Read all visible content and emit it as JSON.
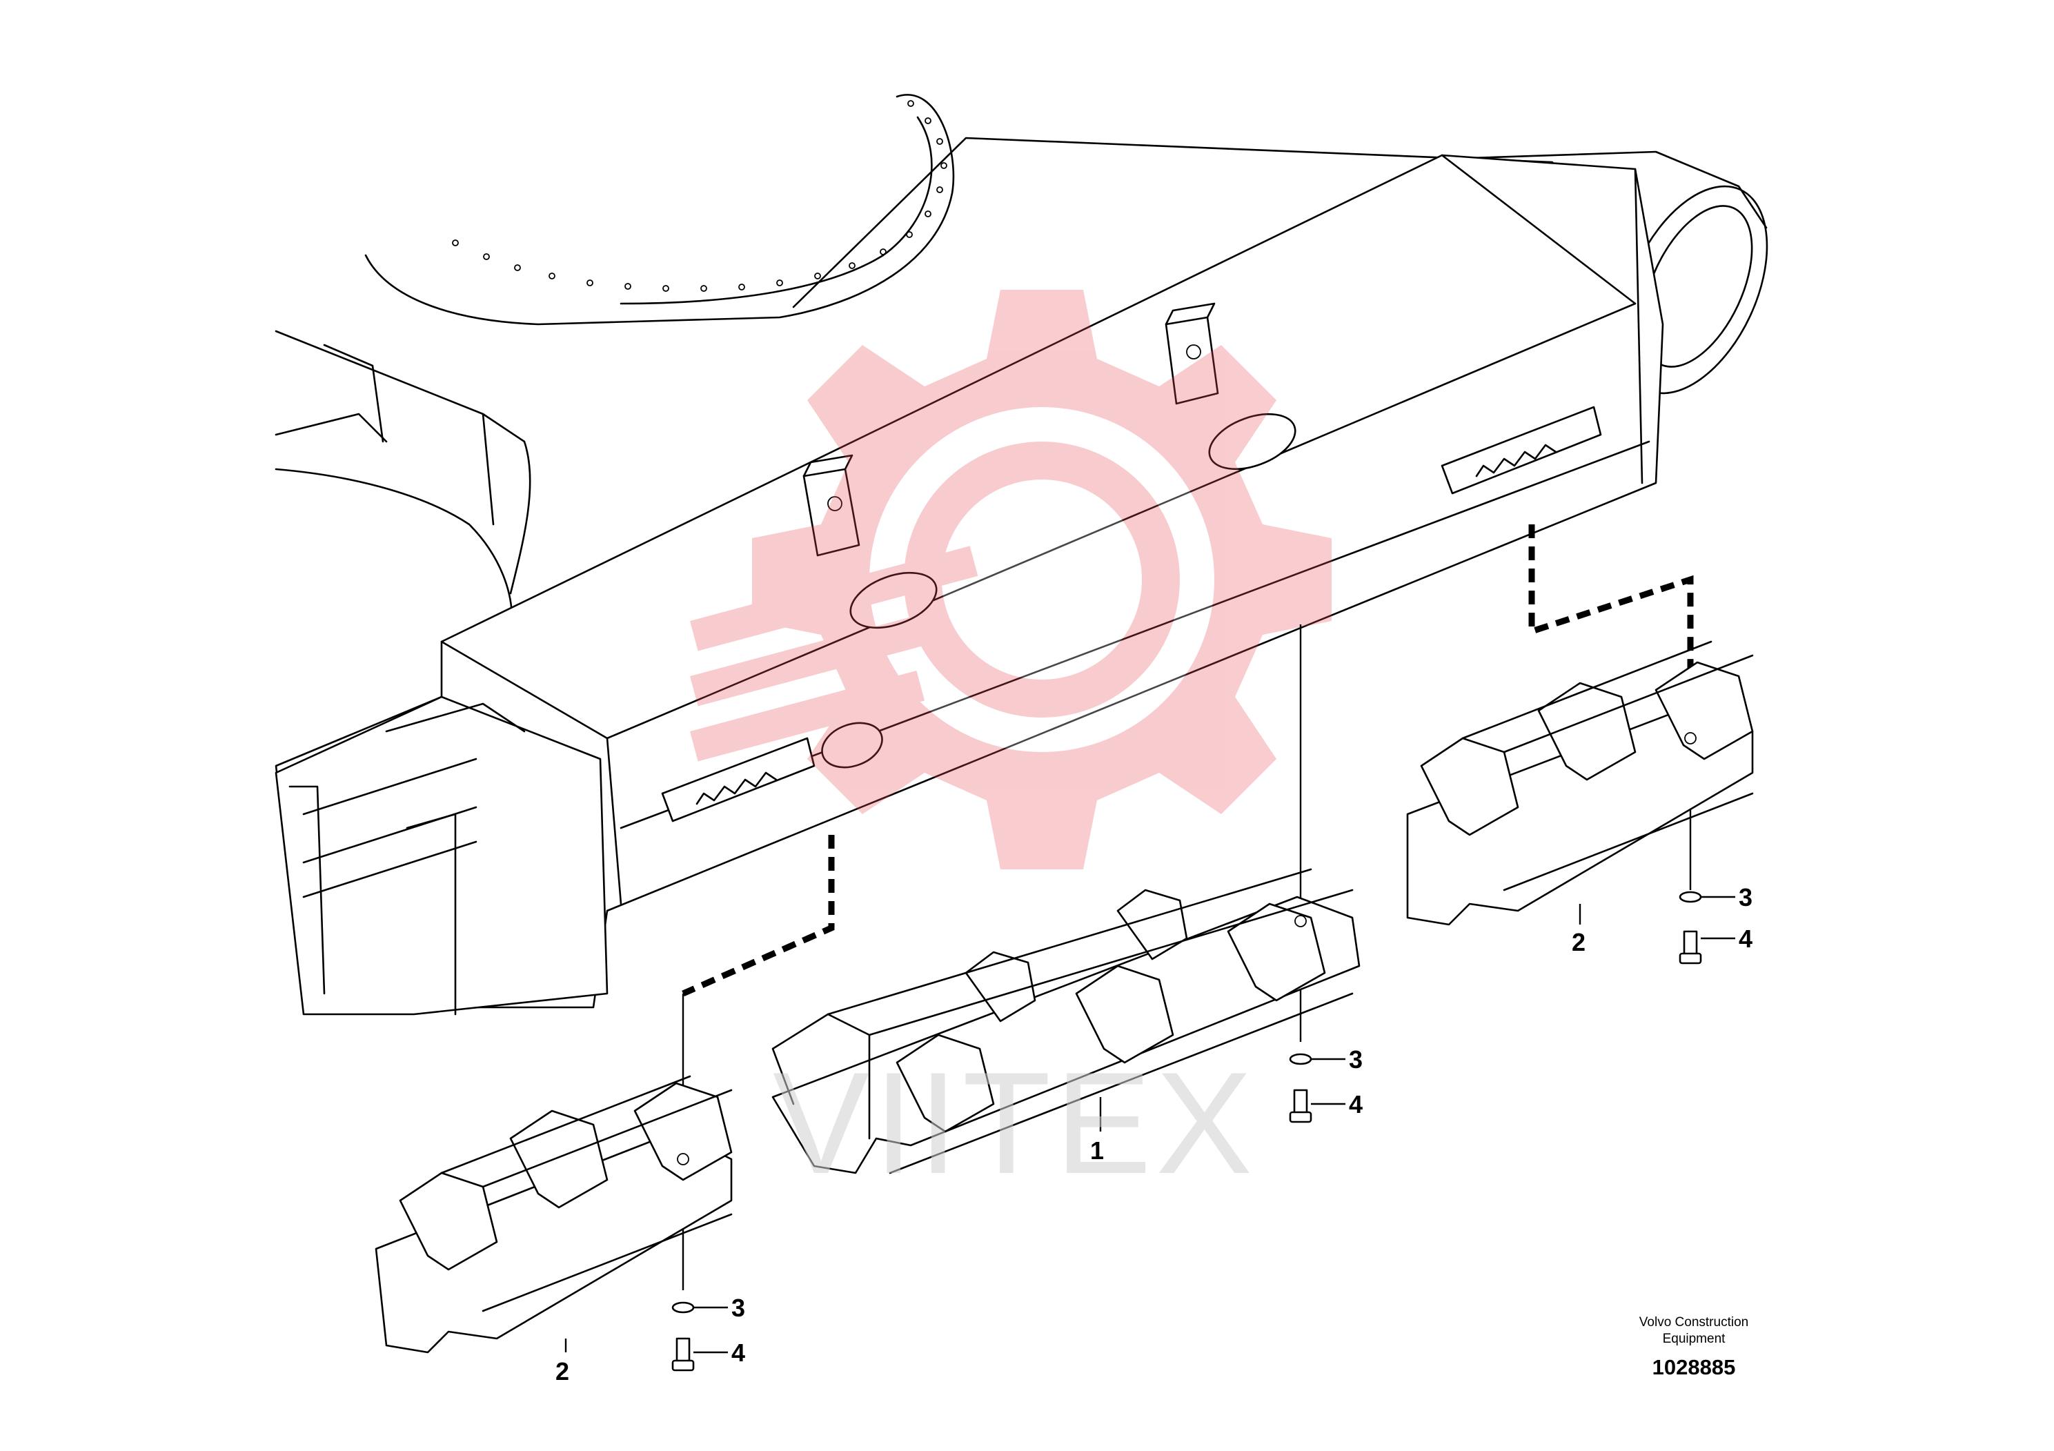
{
  "callouts": {
    "part1": "1",
    "part2_left": "2",
    "part2_right": "2",
    "part3_left": "3",
    "part3_mid": "3",
    "part3_right": "3",
    "part4_left": "4",
    "part4_mid": "4",
    "part4_right": "4"
  },
  "footer": {
    "publisher_line1": "Volvo Construction",
    "publisher_line2": "Equipment",
    "drawing_number": "1028885"
  },
  "watermark": {
    "text": "VIITEX",
    "logo_icon": "gear-logo-icon",
    "logo_color": "#e84a55"
  },
  "colors": {
    "line": "#000000",
    "background": "#ffffff",
    "watermark_grey": "#d0d0d0"
  }
}
